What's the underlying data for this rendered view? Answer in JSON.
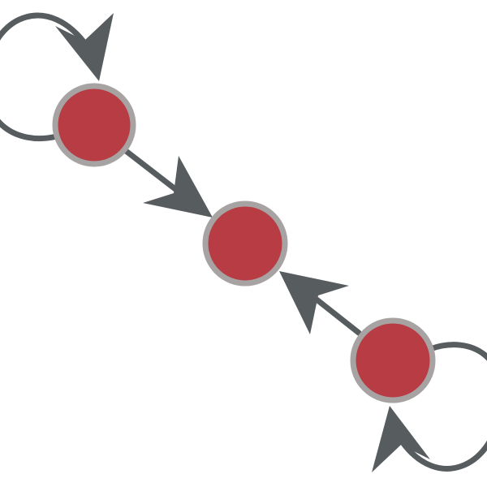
{
  "diagram": {
    "type": "directed-graph",
    "colors": {
      "background": "#ffffff",
      "node_fill": "#b73c44",
      "node_ring": "#a7a3a3",
      "edge": "#575c5f"
    },
    "nodes": [
      {
        "id": "node-top-left",
        "label": ""
      },
      {
        "id": "node-center",
        "label": ""
      },
      {
        "id": "node-bottom-right",
        "label": ""
      }
    ],
    "edges": [
      {
        "from": "node-top-left",
        "to": "node-top-left",
        "kind": "self-loop"
      },
      {
        "from": "node-top-left",
        "to": "node-center",
        "kind": "directed"
      },
      {
        "from": "node-bottom-right",
        "to": "node-center",
        "kind": "directed"
      },
      {
        "from": "node-bottom-right",
        "to": "node-bottom-right",
        "kind": "self-loop"
      }
    ]
  }
}
